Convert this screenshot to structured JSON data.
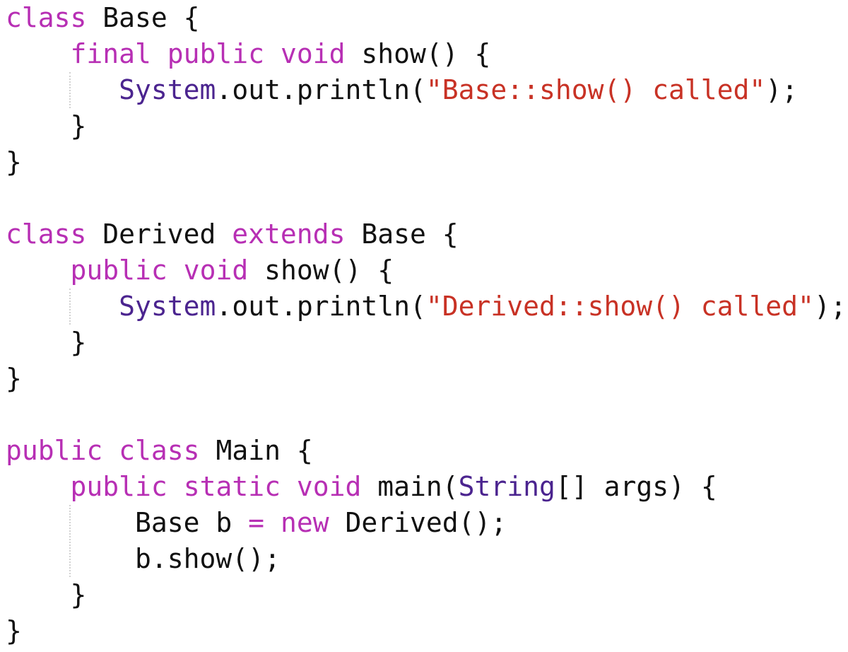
{
  "lines": [
    [
      {
        "t": "class",
        "k": "kw"
      },
      {
        "t": " Base {",
        "k": "plain"
      }
    ],
    [
      {
        "t": "    ",
        "k": "plain"
      },
      {
        "t": "final",
        "k": "kw"
      },
      {
        "t": " ",
        "k": "plain"
      },
      {
        "t": "public",
        "k": "kw"
      },
      {
        "t": " ",
        "k": "plain"
      },
      {
        "t": "void",
        "k": "kw"
      },
      {
        "t": " show() {",
        "k": "plain"
      }
    ],
    [
      {
        "t": "       ",
        "k": "plain"
      },
      {
        "t": "System",
        "k": "type"
      },
      {
        "t": ".out.println(",
        "k": "plain"
      },
      {
        "t": "\"Base::show() called\"",
        "k": "str"
      },
      {
        "t": ");",
        "k": "plain"
      }
    ],
    [
      {
        "t": "    }",
        "k": "plain"
      }
    ],
    [
      {
        "t": "}",
        "k": "plain"
      }
    ],
    [],
    [
      {
        "t": "class",
        "k": "kw"
      },
      {
        "t": " Derived ",
        "k": "plain"
      },
      {
        "t": "extends",
        "k": "kw"
      },
      {
        "t": " Base {",
        "k": "plain"
      }
    ],
    [
      {
        "t": "    ",
        "k": "plain"
      },
      {
        "t": "public",
        "k": "kw"
      },
      {
        "t": " ",
        "k": "plain"
      },
      {
        "t": "void",
        "k": "kw"
      },
      {
        "t": " show() {",
        "k": "plain"
      }
    ],
    [
      {
        "t": "       ",
        "k": "plain"
      },
      {
        "t": "System",
        "k": "type"
      },
      {
        "t": ".out.println(",
        "k": "plain"
      },
      {
        "t": "\"Derived::show() called\"",
        "k": "str"
      },
      {
        "t": ");",
        "k": "plain"
      }
    ],
    [
      {
        "t": "    }",
        "k": "plain"
      }
    ],
    [
      {
        "t": "}",
        "k": "plain"
      }
    ],
    [],
    [
      {
        "t": "public",
        "k": "kw"
      },
      {
        "t": " ",
        "k": "plain"
      },
      {
        "t": "class",
        "k": "kw"
      },
      {
        "t": " Main {",
        "k": "plain"
      }
    ],
    [
      {
        "t": "    ",
        "k": "plain"
      },
      {
        "t": "public",
        "k": "kw"
      },
      {
        "t": " ",
        "k": "plain"
      },
      {
        "t": "static",
        "k": "kw"
      },
      {
        "t": " ",
        "k": "plain"
      },
      {
        "t": "void",
        "k": "kw"
      },
      {
        "t": " main(",
        "k": "plain"
      },
      {
        "t": "String",
        "k": "type"
      },
      {
        "t": "[] args) {",
        "k": "plain"
      }
    ],
    [
      {
        "t": "        Base b ",
        "k": "plain"
      },
      {
        "t": "=",
        "k": "kw"
      },
      {
        "t": " ",
        "k": "plain"
      },
      {
        "t": "new",
        "k": "kw"
      },
      {
        "t": " Derived();",
        "k": "plain"
      }
    ],
    [
      {
        "t": "        b.show();",
        "k": "plain"
      }
    ],
    [
      {
        "t": "    }",
        "k": "plain"
      }
    ],
    [
      {
        "t": "}",
        "k": "plain"
      }
    ]
  ],
  "colors": {
    "keyword": "#b72fb4",
    "type": "#4b248f",
    "string": "#c83225",
    "plain": "#111111",
    "background": "#ffffff",
    "indent_guide": "#d2d2d2"
  }
}
